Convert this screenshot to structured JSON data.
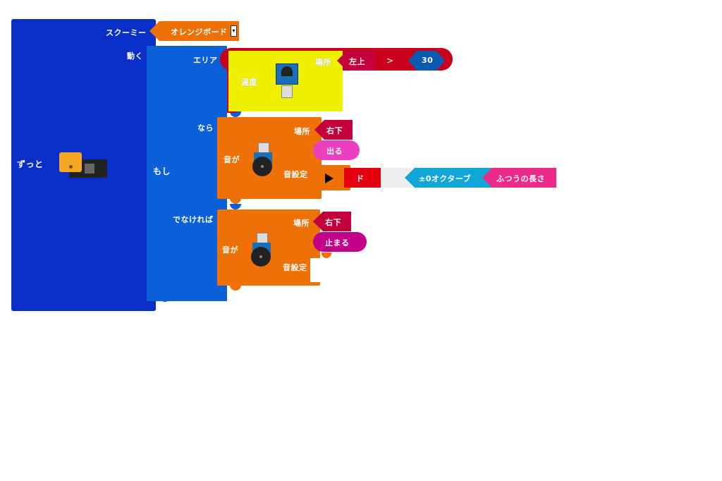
{
  "forever": {
    "label": "ずっと"
  },
  "scamee": {
    "label": "スクーミー",
    "board": "オレンジボード",
    "board_dropdown": "▾"
  },
  "move": {
    "label": "動く"
  },
  "if_block": {
    "label": "もし",
    "area_label": "エリア",
    "then_label": "なら",
    "else_label": "でなければ"
  },
  "condition": {
    "sensor_label": "温度",
    "place_label": "場所",
    "place_value": "左上",
    "operator": ">",
    "threshold": "30"
  },
  "sound_then": {
    "label": "音が",
    "place_label": "場所",
    "place_value": "右下",
    "action": "出る",
    "settings_label": "音設定",
    "note": "ド",
    "octave": "±0オクターブ",
    "length": "ふつうの長さ"
  },
  "sound_else": {
    "label": "音が",
    "place_label": "場所",
    "place_value": "右下",
    "action": "止まる",
    "settings_label": "音設定"
  },
  "colors": {
    "forever": "#0a2fc8",
    "if": "#0b5fd8",
    "orange": "#ed7107",
    "compare": "#c8001b",
    "yellow": "#eef000",
    "place": "#c4003c",
    "pink": "#ec3fc0",
    "magenta": "#c2008a",
    "cyan": "#11a6d8",
    "hotpink": "#ec2a8a",
    "navy": "#0a5bb0"
  }
}
